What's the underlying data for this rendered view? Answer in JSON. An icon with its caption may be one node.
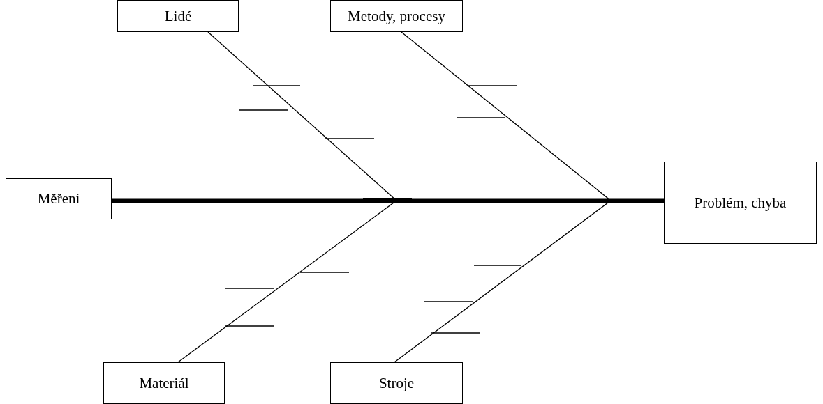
{
  "diagram": {
    "nodes": [
      {
        "text": [
          "Lidé"
        ]
      },
      {
        "text": [
          "Metody, procesy"
        ]
      },
      {
        "text": [
          "Měření"
        ]
      },
      {
        "text": [
          "Problém, chyba"
        ]
      },
      {
        "text": [
          "Materiál"
        ]
      },
      {
        "text": [
          "Stroje"
        ]
      }
    ],
    "edges": [
      {
        "from": 2,
        "to": 3,
        "arrow": "none",
        "style": "thick"
      },
      {
        "from": 0,
        "to": 3,
        "arrow": "none"
      },
      {
        "from": 1,
        "to": 3,
        "arrow": "none"
      },
      {
        "from": 4,
        "to": 3,
        "arrow": "none"
      },
      {
        "from": 5,
        "to": 3,
        "arrow": "none"
      }
    ]
  }
}
